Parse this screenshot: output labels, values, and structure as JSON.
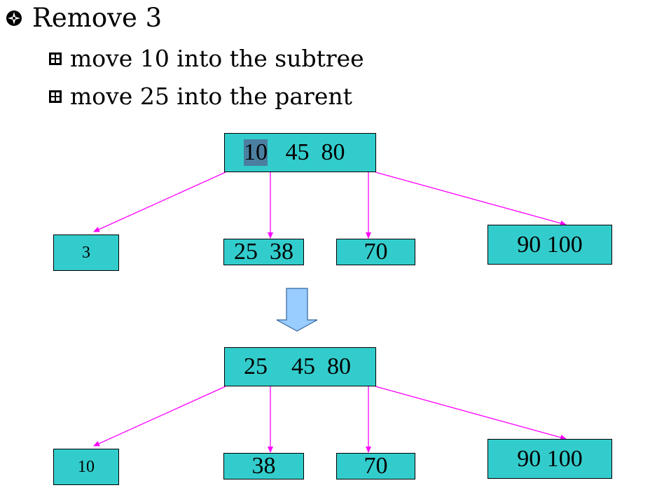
{
  "heading": {
    "title": "Remove 3",
    "bullet_icon": "cross-circle-bullet-icon"
  },
  "subpoints": [
    {
      "text": "move 10 into the subtree",
      "icon": "square-bullet-icon"
    },
    {
      "text": "move 25 into the parent",
      "icon": "square-bullet-icon"
    }
  ],
  "colors": {
    "node_fill": "#33cccc",
    "edge": "#ff00ff",
    "down_arrow_fill": "#99ccff",
    "highlight": "#4a7fa0"
  },
  "tree_before": {
    "root": {
      "selected_key": "10",
      "rest": "   45  80"
    },
    "children": [
      "3",
      "25  38",
      "70",
      "90 100"
    ]
  },
  "transition_icon": "down-arrow-icon",
  "tree_after": {
    "root": {
      "keys": "25    45  80"
    },
    "children": [
      "10",
      "38",
      "70",
      "90 100"
    ]
  }
}
